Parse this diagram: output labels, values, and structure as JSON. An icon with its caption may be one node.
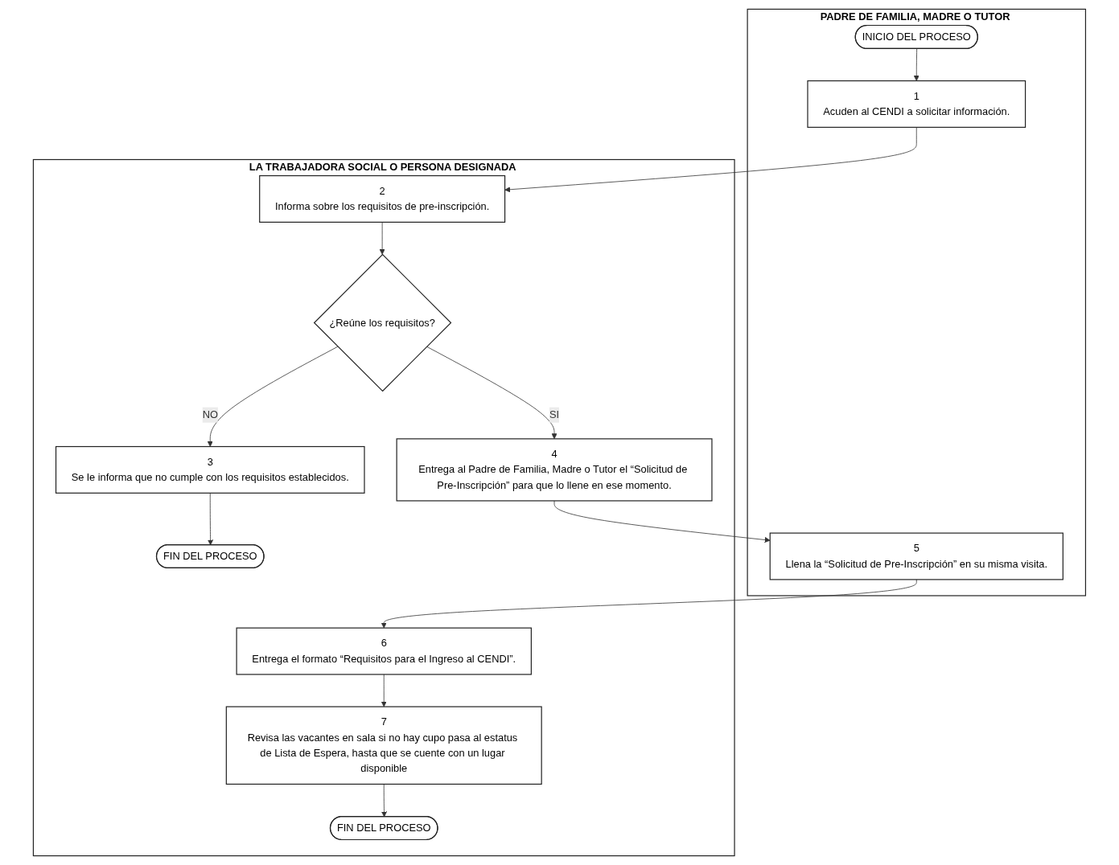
{
  "diagram": {
    "nodes": [
      {
        "text": [
          "PADRE DE FAMILIA, MADRE O TUTOR"
        ]
      },
      {
        "text": [
          "INICIO DEL PROCESO"
        ],
        "in": 0
      },
      {
        "text": [
          "1",
          "Acuden al CENDI a solicitar información."
        ],
        "in": 0
      },
      {
        "text": [
          "5",
          "Llena la “Solicitud de Pre-Inscripción” en su misma visita."
        ],
        "in": 0
      },
      {
        "text": [
          "LA TRABAJADORA SOCIAL O PERSONA DESIGNADA"
        ]
      },
      {
        "text": [
          "2",
          "Informa sobre los requisitos de pre-inscripción."
        ],
        "in": 4
      },
      {
        "text": [
          "¿Reúne los requisitos?"
        ],
        "in": 4
      },
      {
        "text": [
          "3",
          "Se le informa que no cumple con los requisitos establecidos."
        ],
        "in": 4
      },
      {
        "text": [
          "FIN DEL PROCESO"
        ],
        "in": 4
      },
      {
        "text": [
          "4",
          "Entrega al Padre de Familia, Madre o Tutor el “Solicitud de Pre-Inscripción” para que lo llene en ese momento."
        ],
        "in": 4
      },
      {
        "text": [
          "6",
          "Entrega el formato “Requisitos para el Ingreso al CENDI”."
        ],
        "in": 4
      },
      {
        "text": [
          "7",
          "Revisa las vacantes en sala si no hay cupo pasa al estatus de Lista de Espera, hasta que se cuente con un lugar disponible"
        ],
        "in": 4
      },
      {
        "text": [
          "FIN DEL PROCESO"
        ],
        "in": 4
      }
    ],
    "edges": [
      {
        "from": 1,
        "to": 2,
        "arrow": "to"
      },
      {
        "from": 2,
        "to": 5,
        "arrow": "to"
      },
      {
        "from": 5,
        "to": 6,
        "arrow": "to"
      },
      {
        "from": 6,
        "to": 7,
        "arrow": "to",
        "label": "NO"
      },
      {
        "from": 6,
        "to": 9,
        "arrow": "to",
        "label": "SI"
      },
      {
        "from": 7,
        "to": 8,
        "arrow": "to"
      },
      {
        "from": 9,
        "to": 3,
        "arrow": "to"
      },
      {
        "from": 3,
        "to": 10,
        "arrow": "to"
      },
      {
        "from": 10,
        "to": 11,
        "arrow": "to"
      },
      {
        "from": 11,
        "to": 12,
        "arrow": "to"
      }
    ]
  }
}
